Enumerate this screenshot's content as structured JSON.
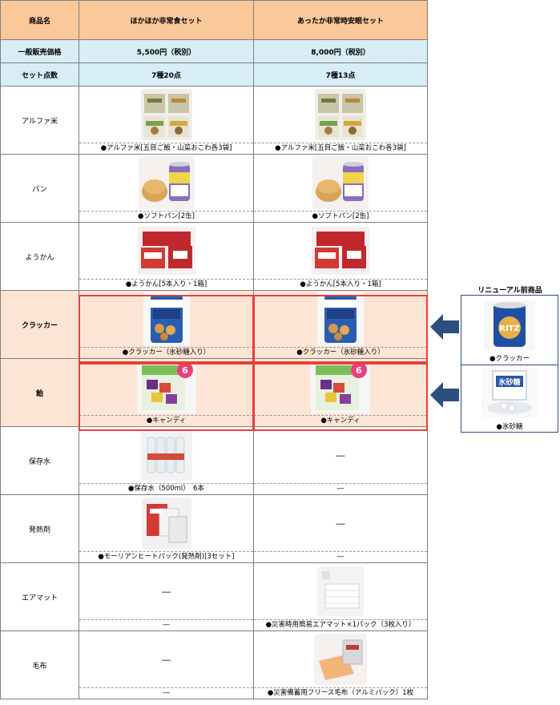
{
  "table": {
    "header": {
      "label": "商品名",
      "set_a": "ほかほか非常食セット",
      "set_b": "あったか非常時安眠セット"
    },
    "price": {
      "label": "一般販売価格",
      "set_a": "5,500円（税別）",
      "set_b": "8,000円（税別）"
    },
    "count": {
      "label": "セット点数",
      "set_a": "7種20点",
      "set_b": "7種13点"
    },
    "rows": [
      {
        "name": "アルファ米",
        "a": "●アルファ米[五目ご飯・山菜おこわ各3袋]",
        "b": "●アルファ米[五目ご飯・山菜おこわ各3袋]"
      },
      {
        "name": "パン",
        "a": "●ソフトパン[2缶]",
        "b": "●ソフトパン[2缶]"
      },
      {
        "name": "ようかん",
        "a": "●ようかん[5本入り・1箱]",
        "b": "●ようかん[5本入り・1箱]"
      },
      {
        "name": "クラッカー",
        "a": "●クラッカー（氷砂糖入り）",
        "b": "●クラッカー（氷砂糖入り）"
      },
      {
        "name": "飴",
        "a": "●キャンディ",
        "b": "●キャンディ"
      },
      {
        "name": "保存水",
        "a": "●保存水（500ml）　6本",
        "b": "―",
        "b_main": "―"
      },
      {
        "name": "発熱剤",
        "a": "●モーリアンヒートパック(発熱剤)[3セット]",
        "b": "―",
        "b_main": "―"
      },
      {
        "name": "エアマット",
        "a": "―",
        "a_main": "―",
        "b": "●災害時用簡易エアマット×1パック（3枚入り）"
      },
      {
        "name": "毛布",
        "a": "―",
        "a_main": "―",
        "b": "●災害備蓄用フリース毛布（アルミパック）1枚"
      }
    ]
  },
  "renewal": {
    "title": "リニューアル前商品",
    "items": [
      {
        "caption": "●クラッカー"
      },
      {
        "caption": "●氷砂糖"
      }
    ]
  },
  "product_text": {
    "candy_badge": "6",
    "ritz": "RITZ",
    "sugar": "氷砂糖"
  },
  "colors": {
    "header": "#fbc89a",
    "price_rows": "#d7eef6",
    "highlight_fill": "#fde5d6",
    "highlight_border": "#e8403a",
    "arrow": "#2e4f7e"
  }
}
